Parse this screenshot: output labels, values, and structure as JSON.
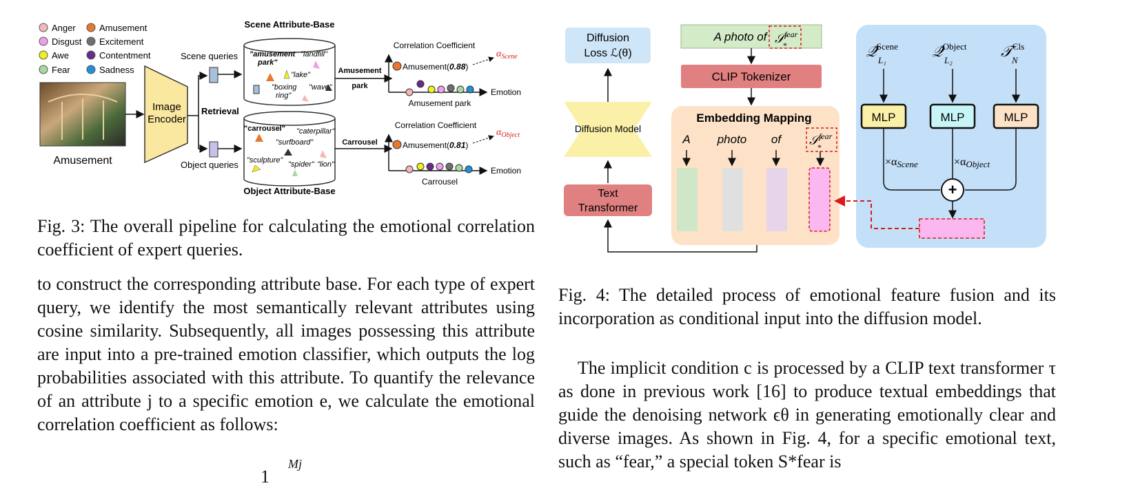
{
  "fig3": {
    "legend": [
      "Anger",
      "Amusement",
      "Disgust",
      "Excitement",
      "Awe",
      "Contentment",
      "Fear",
      "Sadness"
    ],
    "legend_colors": [
      "#f4b8b8",
      "#e87830",
      "#f0a0e8",
      "#707070",
      "#f0f020",
      "#6a2a8a",
      "#a8d8a0",
      "#2090d8"
    ],
    "input_label": "Amusement",
    "encoder_label_1": "Image",
    "encoder_label_2": "Encoder",
    "retrieval": "Retrieval",
    "scene_queries": "Scene queries",
    "object_queries": "Object queries",
    "scene_base_title": "Scene Attribute-Base",
    "object_base_title": "Object Attribute-Base",
    "scene_words": [
      "\"amusement",
      "park\"",
      "\"landfill\"",
      "\"lake\"",
      "\"boxing",
      "ring\"",
      "\"wave\""
    ],
    "object_words": [
      "\"carrousel\"",
      "\"caterpillar\"",
      "\"surfboard\"",
      "\"sculpture\"",
      "\"spider\"",
      "\"lion\""
    ],
    "scene_arrow_1": "Amusement",
    "scene_arrow_2": "park",
    "object_arrow": "Carrousel",
    "corr_title": "Correlation Coefficient",
    "scene_value_label": "Amusement(",
    "scene_value": "0.88",
    "object_value": "0.81",
    "value_close": ")",
    "alpha": "α",
    "alpha_scene_sub": "Scene",
    "alpha_object_sub": "Object",
    "emotion": "Emotion",
    "scene_caption": "Amusement park",
    "object_caption": "Carrousel"
  },
  "fig4": {
    "diff_loss_1": "Diffusion",
    "diff_loss_2": "Loss ℒ(θ)",
    "diffusion_model": "Diffusion Model",
    "text_transformer_1": "Text",
    "text_transformer_2": "Transformer",
    "prompt": "A photo of",
    "token_s": "𝒮",
    "token_sup": "fear",
    "token_sub": "*",
    "clip_tokenizer": "CLIP Tokenizer",
    "embedding_mapping": "Embedding Mapping",
    "words": [
      "A",
      "photo",
      "of"
    ],
    "q_scene": "𝒬̂",
    "q_scene_sup": "Scene",
    "q_scene_sub": "L₁",
    "q_object": "𝒬̂",
    "q_object_sup": "Object",
    "q_object_sub": "L₂",
    "t_cls": "𝒯",
    "t_cls_sup": "Cls",
    "t_cls_sub": "N",
    "mlp": "MLP",
    "times_scene": "×α",
    "times_scene_sub": "Scene",
    "times_object": "×α",
    "times_object_sub": "Object",
    "plus": "+"
  },
  "caption3": "Fig. 3: The overall pipeline for calculating the emotional correlation coefficient of expert queries.",
  "caption4": "Fig. 4: The detailed process of emotional feature fusion and its incorporation as conditional input into the diffusion model.",
  "para_left": "to construct the corresponding attribute base. For each type of expert query, we identify the most semantically relevant attributes using cosine similarity. Subsequently, all images possessing this attribute are input into a pre-trained emotion classifier, which outputs the log probabilities associated with this attribute. To quantify the relevance of an attribute j to a specific emotion e, we calculate the emotional correlation coefficient as follows:",
  "para_right": "The implicit condition c is processed by a CLIP text transformer τ as done in previous work [16] to produce textual embeddings that guide the denoising network ϵθ in generating emotionally clear and diverse images. As shown in Fig. 4, for a specific emotional text, such as “fear,” a special token S*fear is",
  "math_one": "1",
  "math_mj": "Mj"
}
